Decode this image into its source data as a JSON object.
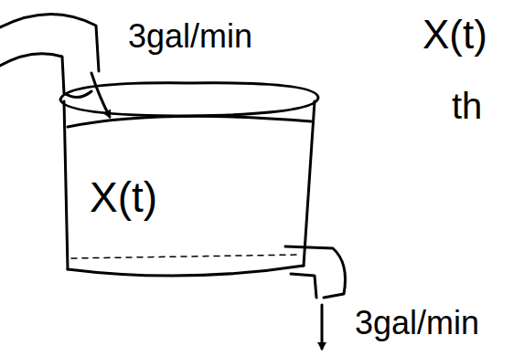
{
  "diagram": {
    "nodes": [
      {
        "text": [
          "X(t)"
        ]
      }
    ],
    "labels": [
      "3gal/min",
      "3gal/min",
      "X(t)",
      "th"
    ]
  }
}
